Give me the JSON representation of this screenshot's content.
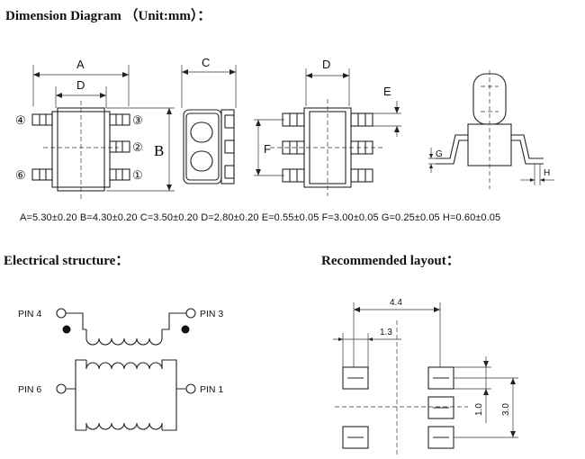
{
  "headings": {
    "dimension": "Dimension Diagram （Unit:mm）：",
    "electrical": "Electrical structure：",
    "layout": "Recommended  layout："
  },
  "specs": "A=5.30±0.20 B=4.30±0.20 C=3.50±0.20 D=2.80±0.20 E=0.55±0.05 F=3.00±0.05 G=0.25±0.05 H=0.60±0.05",
  "dim_labels": {
    "A": "A",
    "B": "B",
    "C": "C",
    "D": "D",
    "E": "E",
    "F": "F",
    "G": "G",
    "H": "H"
  },
  "pin_numbers": {
    "p1": "①",
    "p2": "②",
    "p3": "③",
    "p4": "④",
    "p6": "⑥"
  },
  "pins": {
    "pin1": "PIN 1",
    "pin3": "PIN 3",
    "pin4": "PIN 4",
    "pin6": "PIN 6"
  },
  "layout_dims": {
    "w44": "4.4",
    "w13": "1.3",
    "h10": "1.0",
    "h30": "3.0"
  }
}
